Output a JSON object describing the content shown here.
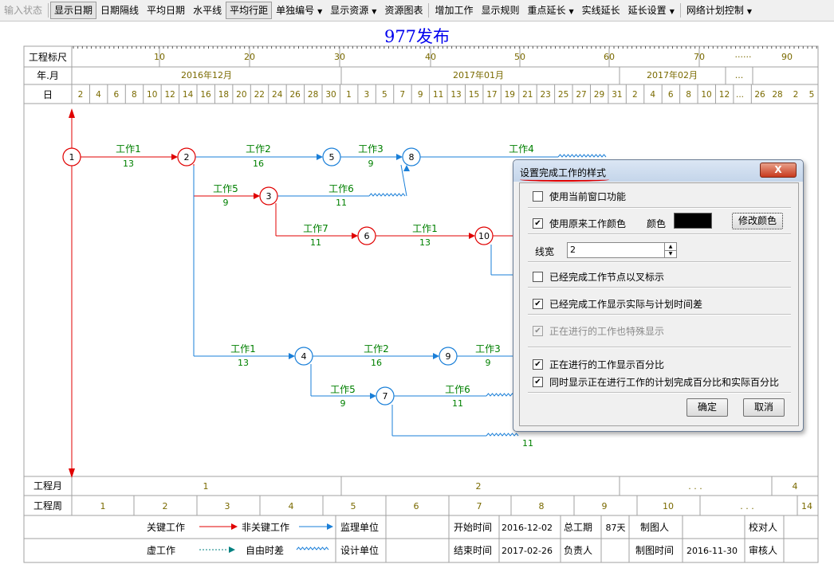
{
  "toolbar": {
    "items": [
      {
        "label": "输入状态",
        "disabled": true
      },
      {
        "label": "显示日期",
        "pressed": true
      },
      {
        "label": "日期隔线"
      },
      {
        "label": "平均日期"
      },
      {
        "label": "水平线"
      },
      {
        "label": "平均行距",
        "pressed": true
      },
      {
        "label": "单独编号",
        "dropdown": true
      },
      {
        "label": "显示资源",
        "dropdown": true
      },
      {
        "label": "资源图表"
      },
      {
        "label": "增加工作"
      },
      {
        "label": "显示规则"
      },
      {
        "label": "重点延长",
        "dropdown": true
      },
      {
        "label": "实线延长"
      },
      {
        "label": "延长设置",
        "dropdown": true
      },
      {
        "label": "网络计划控制",
        "dropdown": true
      }
    ],
    "arrow_glyph": "▼"
  },
  "title": "977发布",
  "scale": {
    "header_label": "工程标尺",
    "ticks": [
      "10",
      "20",
      "30",
      "40",
      "50",
      "60",
      "70",
      "······",
      "90"
    ]
  },
  "year_month": {
    "label": "年.月",
    "months": [
      "2016年12月",
      "2017年01月",
      "2017年02月",
      "...",
      ""
    ]
  },
  "days": {
    "label": "日",
    "values": [
      "2",
      "4",
      "6",
      "8",
      "10",
      "12",
      "14",
      "16",
      "18",
      "20",
      "22",
      "24",
      "26",
      "28",
      "30",
      "1",
      "3",
      "5",
      "7",
      "9",
      "11",
      "13",
      "15",
      "17",
      "19",
      "21",
      "23",
      "25",
      "27",
      "29",
      "31",
      "2",
      "4",
      "6",
      "8",
      "10",
      "12",
      "...",
      "26",
      "28",
      "2",
      "5"
    ]
  },
  "nodes": [
    {
      "id": "1",
      "critical": true
    },
    {
      "id": "2",
      "critical": true
    },
    {
      "id": "3",
      "critical": true
    },
    {
      "id": "4",
      "critical": false
    },
    {
      "id": "5",
      "critical": false
    },
    {
      "id": "6",
      "critical": true
    },
    {
      "id": "7",
      "critical": false
    },
    {
      "id": "8",
      "critical": false
    },
    {
      "id": "9",
      "critical": false
    },
    {
      "id": "10",
      "critical": true
    }
  ],
  "activities": [
    {
      "name": "工作1",
      "duration": "13",
      "critical": true
    },
    {
      "name": "工作2",
      "duration": "16",
      "critical": false
    },
    {
      "name": "工作3",
      "duration": "9",
      "critical": false
    },
    {
      "name": "工作4",
      "duration": "",
      "critical": false
    },
    {
      "name": "工作5",
      "duration": "9",
      "critical": true
    },
    {
      "name": "工作6",
      "duration": "11",
      "critical": false
    },
    {
      "name": "工作7",
      "duration": "11",
      "critical": true
    },
    {
      "name": "工作1",
      "duration": "13",
      "critical": true
    },
    {
      "name": "工作1",
      "duration": "13",
      "critical": false
    },
    {
      "name": "工作2",
      "duration": "16",
      "critical": false
    },
    {
      "name": "工作3",
      "duration": "9",
      "critical": false
    },
    {
      "name": "工作5",
      "duration": "9",
      "critical": false
    },
    {
      "name": "工作6",
      "duration": "11",
      "critical": false
    },
    {
      "name": "",
      "duration": "11",
      "critical": false
    }
  ],
  "footer": {
    "month_label": "工程月",
    "months": [
      "1",
      "2",
      ". . .",
      "4"
    ],
    "week_label": "工程周",
    "weeks": [
      "1",
      "2",
      "3",
      "4",
      "5",
      "6",
      "7",
      "8",
      "9",
      "10",
      ". . .",
      "14"
    ]
  },
  "legend": {
    "critical": "关键工作",
    "noncritical": "非关键工作",
    "dummy": "虚工作",
    "float": "自由时差",
    "supervisor_label": "监理单位",
    "designer_label": "设计单位",
    "start_label": "开始时间",
    "start_value": "2016-12-02",
    "end_label": "结束时间",
    "end_value": "2017-02-26",
    "period_label": "总工期",
    "period_value": "87天",
    "manager_label": "负责人",
    "drafter_label": "制图人",
    "draw_time_label": "制图时间",
    "draw_time_value": "2016-11-30",
    "checker_label": "校对人",
    "reviewer_label": "审核人"
  },
  "colors": {
    "critical": "#e00000",
    "noncritical": "#1a7fd8",
    "label_green": "#008000",
    "grid": "#a0a0a0",
    "day_text": "#7a6a00"
  },
  "dialog": {
    "title": "设置完成工作的样式",
    "close": "X",
    "use_window_function": "使用当前窗口功能",
    "use_original_color": "使用原来工作颜色",
    "color_label": "颜色",
    "modify_color": "修改颜色",
    "line_width_label": "线宽",
    "line_width_value": "2",
    "mark_nodes_cross": "已经完成工作节点以叉标示",
    "show_time_diff": "已经完成工作显示实际与计划时间差",
    "special_in_progress": "正在进行的工作也特殊显示",
    "show_percent": "正在进行的工作显示百分比",
    "show_plan_actual_percent": "同时显示正在进行工作的计划完成百分比和实际百分比",
    "ok": "确定",
    "cancel": "取消",
    "color_value": "#000000"
  }
}
